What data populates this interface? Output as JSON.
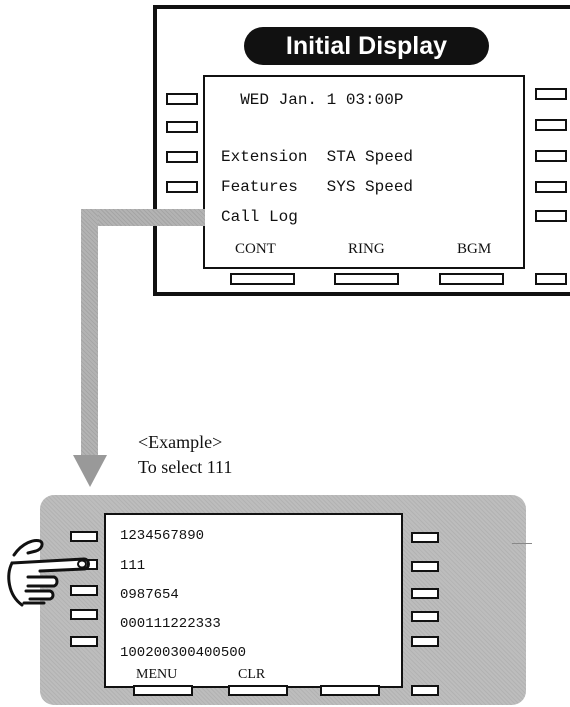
{
  "top_display": {
    "title": "Initial Display",
    "lines": [
      "  WED Jan. 1 03:00P",
      "",
      "Extension  STA Speed",
      "Features   SYS Speed",
      "Call Log"
    ],
    "soft_keys": [
      "CONT",
      "RING",
      "BGM"
    ]
  },
  "example": {
    "label": "<Example>",
    "caption": "To select 111"
  },
  "bottom_display": {
    "lines": [
      "1234567890",
      "111",
      "0987654",
      "000111222333",
      "100200300400500"
    ],
    "soft_keys": [
      "MENU",
      "CLR"
    ]
  },
  "colors": {
    "ink": "#111111",
    "panel_gray": "#bdbdbd",
    "arrow_gray": "#b3b3b3"
  },
  "icons": [
    "pointing-hand-icon"
  ]
}
